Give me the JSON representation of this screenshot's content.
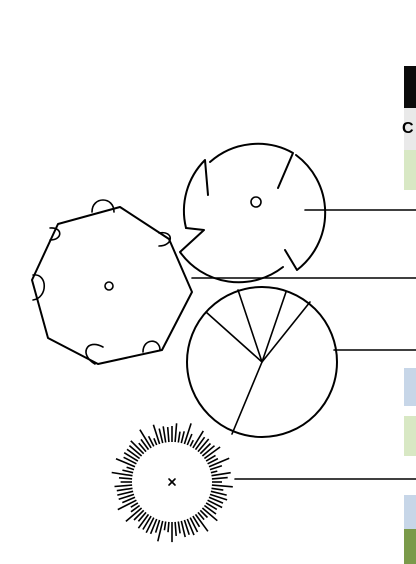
{
  "colors": {
    "line": "#000000",
    "background": "#ffffff",
    "header_dark": "#0b0b0b",
    "header_light": "#e9e9e9",
    "green_light": "#d8e8c4",
    "green_dark": "#7a9a4a",
    "blue_light": "#c7d6e8",
    "gray_light": "#ececec"
  },
  "right_panel": {
    "header_glyph": "C"
  },
  "diagrams": {
    "circle_notched": {
      "shape": "circle",
      "notches": 4,
      "center_mark": "small-circle"
    },
    "heptagon_bumps": {
      "shape": "heptagon",
      "bumps": 6,
      "center_mark": "small-circle"
    },
    "circle_fan": {
      "shape": "circle",
      "spokes": 5
    },
    "ring_ticks": {
      "shape": "ring",
      "ticks": 80,
      "center_mark": "x"
    }
  }
}
